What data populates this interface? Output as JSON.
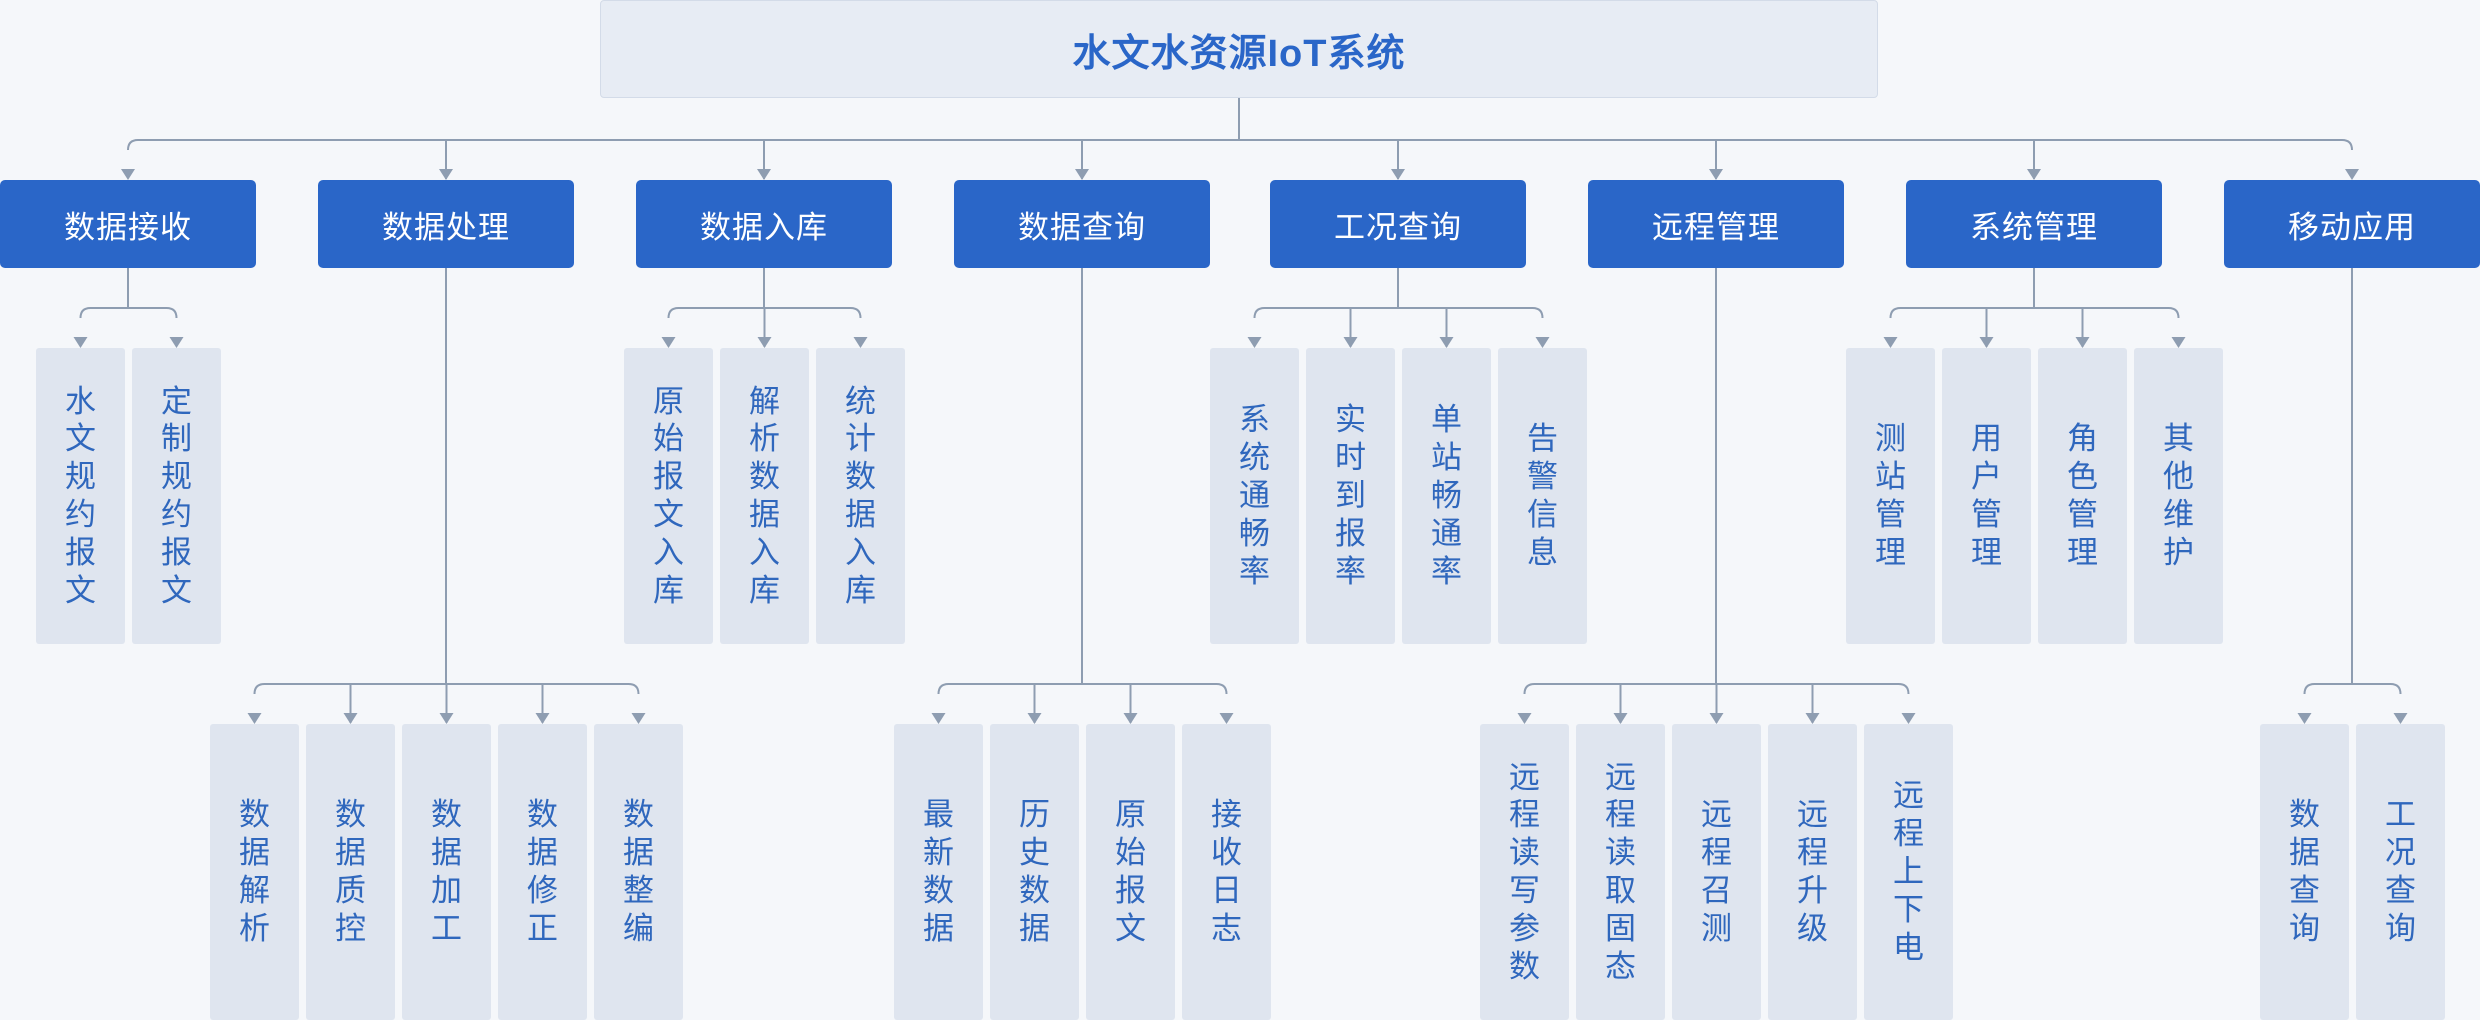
{
  "colors": {
    "background": "#f5f7fa",
    "root_fill": "#e7ecf4",
    "root_text": "#2a66c8",
    "category_fill": "#2a66c8",
    "category_text": "#ffffff",
    "leaf_fill": "#dfe5ef",
    "leaf_text": "#2f67bd",
    "connector": "#8e9db1"
  },
  "root": {
    "title": "水文水资源IoT系统"
  },
  "categories": [
    {
      "label": "数据接收",
      "children": [
        "水文规约报文",
        "定制规约报文"
      ]
    },
    {
      "label": "数据处理",
      "children": [
        "数据解析",
        "数据质控",
        "数据加工",
        "数据修正",
        "数据整编"
      ]
    },
    {
      "label": "数据入库",
      "children": [
        "原始报文入库",
        "解析数据入库",
        "统计数据入库"
      ]
    },
    {
      "label": "数据查询",
      "children": [
        "最新数据",
        "历史数据",
        "原始报文",
        "接收日志"
      ]
    },
    {
      "label": "工况查询",
      "children": [
        "系统通畅率",
        "实时到报率",
        "单站畅通率",
        "告警信息"
      ]
    },
    {
      "label": "远程管理",
      "children": [
        "远程读写参数",
        "远程读取固态",
        "远程召测",
        "远程升级",
        "远程上下电"
      ]
    },
    {
      "label": "系统管理",
      "children": [
        "测站管理",
        "用户管理",
        "角色管理",
        "其他维护"
      ]
    },
    {
      "label": "移动应用",
      "children": [
        "数据查询",
        "工况查询"
      ]
    }
  ]
}
